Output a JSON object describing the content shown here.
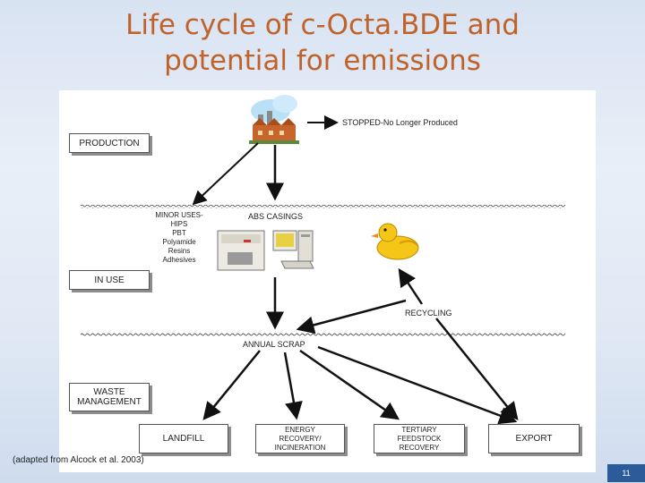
{
  "title": {
    "line1": "Life cycle of c-Octa.BDE and",
    "line2": "potential for emissions"
  },
  "diagram": {
    "stopped_label": "STOPPED-No Longer Produced",
    "stages": {
      "production": "PRODUCTION",
      "in_use": "IN USE",
      "waste_line1": "WASTE",
      "waste_line2": "MANAGEMENT"
    },
    "minor_uses": [
      "MINOR USES-",
      "HIPS",
      "PBT",
      "Polyamide",
      "Resins",
      "Adhesives"
    ],
    "abs_casings": "ABS CASINGS",
    "recycling": "RECYCLING",
    "annual_scrap": "ANNUAL SCRAP",
    "landfill": "LANDFILL",
    "energy_recovery": [
      "ENERGY",
      "RECOVERY/",
      "INCINERATION"
    ],
    "tertiary": [
      "TERTIARY",
      "FEEDSTOCK",
      "RECOVERY"
    ],
    "export": "EXPORT"
  },
  "citation": "(adapted from Alcock et al. 2003)",
  "page_number": "11",
  "colors": {
    "title": "#c0622a",
    "page_badge": "#2c5b9a"
  }
}
